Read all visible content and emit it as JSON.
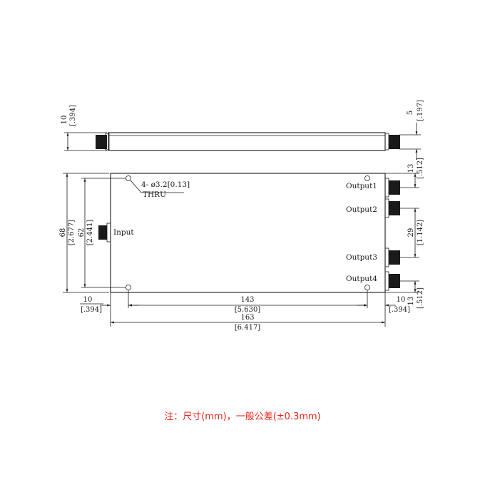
{
  "side_view": {
    "height_mm": "10",
    "height_in": "[.394]",
    "connector_mm": "5",
    "connector_in": "[.197]"
  },
  "top_view": {
    "hole_note_line1": "4- ø3.2[0.13]",
    "hole_note_line2": "THRU",
    "input_label": "Input",
    "outputs": [
      "Output1",
      "Output2",
      "Output3",
      "Output4"
    ],
    "height_mm": "68",
    "height_in": "[2.677]",
    "hole_pitch_v_mm": "62",
    "hole_pitch_v_in": "[2.441]",
    "out_top_mm": "13",
    "out_top_in": "[.512]",
    "out_gap_mm": "29",
    "out_gap_in": "[1.142]",
    "out_bottom_mm": "13",
    "out_bottom_in": "[.512]",
    "left_edge_mm": "10",
    "left_edge_in": "[.394]",
    "hole_pitch_h_mm": "143",
    "hole_pitch_h_in": "[5.630]",
    "right_edge_mm": "10",
    "right_edge_in": "[.394]",
    "length_mm": "163",
    "length_in": "[6.417]"
  },
  "note": "注：尺寸(mm)，一般公差(±0.3mm)"
}
